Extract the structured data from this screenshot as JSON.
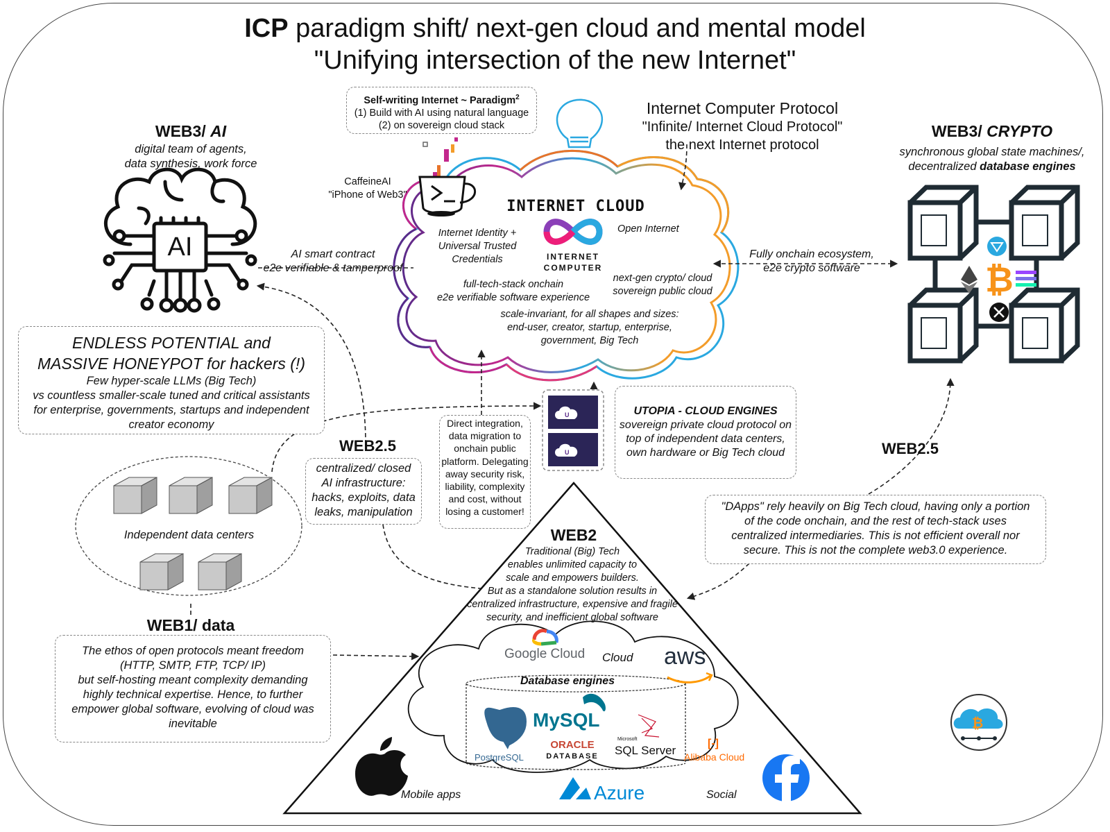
{
  "title": {
    "bold": "ICP",
    "line1_rest": " paradigm shift/ next-gen cloud and mental model",
    "line2": "\"Unifying intersection of the new Internet\""
  },
  "self_writing": {
    "heading": "Self-writing Internet ~ Paradigm",
    "sup": "2",
    "line1": "(1) Build with AI using natural language",
    "line2": "(2) on sovereign cloud stack"
  },
  "icp": {
    "line1": "Internet Computer Protocol",
    "line2": "\"Infinite/ Internet Cloud Protocol\"",
    "line3": "the next Internet protocol"
  },
  "web3_ai": {
    "heading_plain": "WEB3/ ",
    "heading_it": "AI",
    "sub1": "digital team of agents,",
    "sub2": "data synthesis, work force",
    "chip": "AI"
  },
  "web3_crypto": {
    "heading_plain": "WEB3/ ",
    "heading_it": "CRYPTO",
    "sub1": "synchronous global state machines/,",
    "sub2_plain": "decentralized ",
    "sub2_bold": "database engines"
  },
  "caffeine": {
    "line1": "CaffeineAI",
    "line2": "\"iPhone of Web3\""
  },
  "cloud": {
    "title": "INTERNET CLOUD",
    "logo_line1": "INTERNET",
    "logo_line2": "COMPUTER",
    "identity": "Internet Identity + Universal Trusted Credentials",
    "open_internet": "Open Internet",
    "fullstack1": "full-tech-stack onchain",
    "fullstack2": "e2e verifiable software experience",
    "nextgen1": "next-gen crypto/ cloud",
    "nextgen2": "sovereign public cloud",
    "scale1": "scale-invariant, for all shapes and sizes:",
    "scale2": "end-user, creator, startup, enterprise,",
    "scale3": "government, Big Tech"
  },
  "ai_contract": {
    "line1": "AI smart contract",
    "line2": "e2e verifiable & tamperproof"
  },
  "onchain_eco": {
    "line1": "Fully onchain ecosystem,",
    "line2": "e2e crypto software"
  },
  "honeypot": {
    "line1": "ENDLESS POTENTIAL and",
    "line2": "MASSIVE HONEYPOT for hackers (!)",
    "line3": "Few hyper-scale LLMs (Big Tech)",
    "line4": "vs countless smaller-scale tuned and critical assistants",
    "line5": "for enterprise, governments, startups and independent",
    "line6": "creator economy"
  },
  "utopia": {
    "h_a": "UTOPIA",
    "h_b": " - CLOUD ENGINES",
    "line1": "sovereign private cloud protocol on",
    "line2": "top of independent data centers,",
    "line3": "own hardware or Big Tech cloud"
  },
  "direct": {
    "text": "Direct integration, data migration to onchain public platform. Delegating away security risk, liability, complexity and cost, without losing a customer!"
  },
  "web25_left": {
    "heading": "WEB2.5",
    "line1": "centralized/ closed",
    "line2": "AI infrastructure:",
    "line3": "hacks, exploits, data",
    "line4": "leaks, manipulation"
  },
  "web25_right": {
    "heading": "WEB2.5",
    "line1": "\"DApps\" rely heavily on Big Tech cloud, having only a portion",
    "line2": "of the code onchain, and the rest of tech-stack uses",
    "line3": "centralized intermediaries. This is not efficient overall nor",
    "line4": "secure. This is not the complete web3.0 experience."
  },
  "datacenters": {
    "label": "Independent data centers"
  },
  "web1": {
    "heading": "WEB1/ data",
    "line1": "The ethos of open protocols meant freedom",
    "line2": "(HTTP, SMTP, FTP, TCP/ IP)",
    "line3": "but self-hosting meant complexity demanding",
    "line4": "highly technical expertise. Hence, to further",
    "line5": "empower global software, evolving of cloud was",
    "line6": "inevitable"
  },
  "web2": {
    "heading": "WEB2",
    "line1": "Traditional (Big) Tech",
    "line2": "enables unlimited capacity to",
    "line3": "scale and empowers builders.",
    "line4": "But as a standalone solution results in",
    "line5": "centralized infrastructure, expensive and fragile",
    "line6": "security, and inefficient global software"
  },
  "web2_inner": {
    "google": "Google Cloud",
    "cloud": "Cloud",
    "aws": "aws",
    "db_engines": "Database engines",
    "mysql": "MySQL",
    "postgres": "PostgreSQL",
    "oracle1": "ORACLE",
    "oracle2": "DATABASE",
    "sqlserver_small": "Microsoft",
    "sqlserver": "SQL Server",
    "alibaba": "Alibaba Cloud",
    "mobile": "Mobile apps",
    "azure": "Azure",
    "social": "Social"
  },
  "icons": [
    "brain-ai-icon",
    "lightbulb-icon",
    "coffee-cup-icon",
    "infinity-logo-icon",
    "blockchain-cubes-icon",
    "bitcoin-icon",
    "ethereum-icon",
    "server-icon",
    "apple-icon",
    "facebook-icon",
    "bitcoin-cloud-icon"
  ],
  "colors": {
    "cloud_blue": "#2aa8e0",
    "cloud_orange": "#f39c2a",
    "cloud_magenta": "#c2278c",
    "cloud_purple": "#5b2b8a",
    "bitcoin": "#f7931a",
    "utopia": "#2b2557"
  }
}
